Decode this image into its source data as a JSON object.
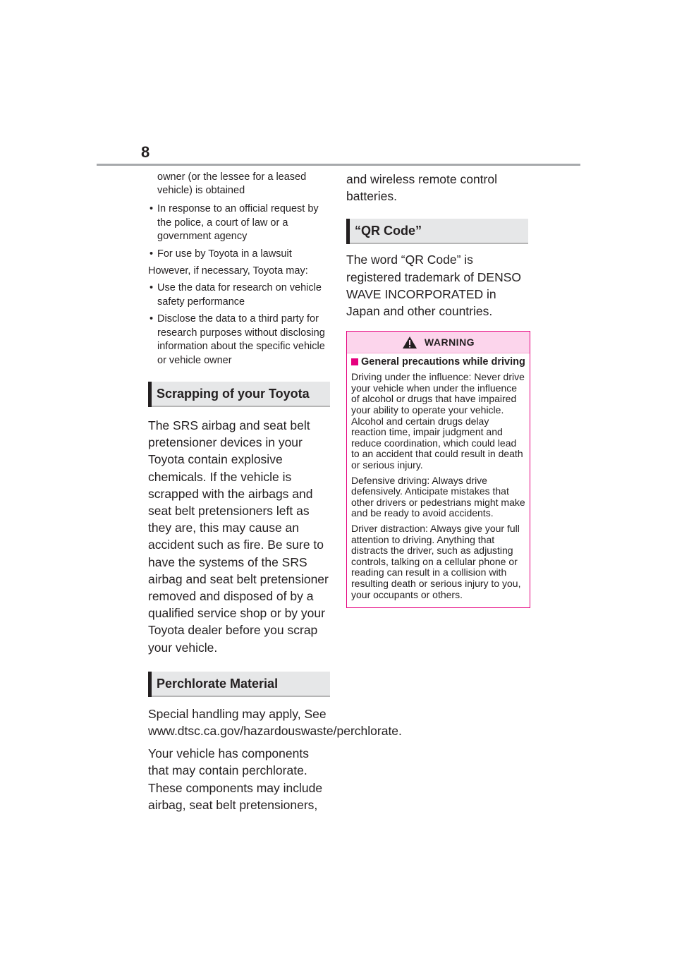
{
  "page_number": "8",
  "left_column": {
    "continued_text": "owner (or the lessee for a leased vehicle) is obtained",
    "bullets_a": [
      "In response to an official request by the police, a court of law or a government agency",
      "For use by Toyota in a lawsuit"
    ],
    "however_text": "However, if necessary, Toyota may:",
    "bullets_b": [
      "Use the data for research on vehicle safety performance",
      "Disclose the data to a third party for research purposes without disclosing information about the specific vehicle or vehicle owner"
    ],
    "scrapping_heading": "Scrapping of your Toyota",
    "scrapping_text": "The SRS airbag and seat belt pretensioner devices in your Toyota contain explosive chemicals. If the vehicle is scrapped with the airbags and seat belt pretensioners left as they are, this may cause an accident such as fire. Be sure to have the systems of the SRS airbag and seat belt pretensioner removed and disposed of by a qualified service shop or by your Toyota dealer before you scrap your vehicle.",
    "perchlorate_heading": "Perchlorate Material",
    "perchlorate_text_1": "Special handling may apply, See www.dtsc.ca.gov/hazardouswaste/perchlorate.",
    "perchlorate_text_2": "Your vehicle has components that may contain perchlorate. These components may include airbag, seat belt pretensioners,"
  },
  "right_column": {
    "continued_text": "and wireless remote control batteries.",
    "qr_heading": "“QR Code”",
    "qr_text": "The word “QR Code” is registered trademark of DENSO WAVE INCORPORATED in Japan and other countries.",
    "warning": {
      "title": "WARNING",
      "subheading": "General precautions while driving",
      "paragraphs": [
        "Driving under the influence: Never drive your vehicle when under the influence of alcohol or drugs that have impaired your ability to operate your vehicle. Alcohol and certain drugs delay reaction time, impair judgment and reduce coordination, which could lead to an accident that could result in death or serious injury.",
        "Defensive driving: Always drive defensively. Anticipate mistakes that other drivers or pedestrians might make and be ready to avoid accidents.",
        "Driver distraction: Always give your full attention to driving. Anything that distracts the driver, such as adjusting controls, talking on a cellular phone or reading can result in a collision with resulting death or serious injury to you, your occupants or others."
      ]
    }
  },
  "colors": {
    "warning_border": "#e5007e",
    "warning_header_bg": "#fcd5ec",
    "section_head_bg": "#e6e7e8"
  },
  "icons": [
    "warning-triangle-icon"
  ]
}
